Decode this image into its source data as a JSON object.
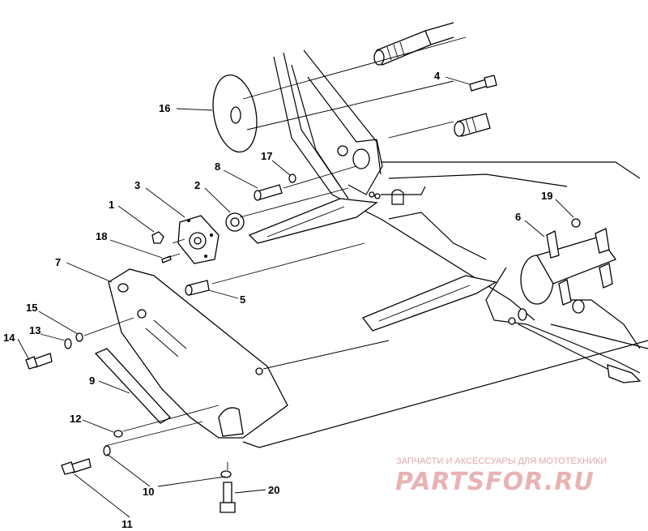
{
  "callouts": [
    "1",
    "2",
    "3",
    "4",
    "5",
    "6",
    "7",
    "8",
    "9",
    "10",
    "11",
    "12",
    "13",
    "14",
    "15",
    "16",
    "17",
    "18",
    "19",
    "20"
  ],
  "watermark": {
    "caption": "ЗАПЧАСТИ И АКСЕССУАРЫ ДЛЯ МОТОТЕХНИКИ",
    "logo_text": "PARTSFOR.RU"
  }
}
